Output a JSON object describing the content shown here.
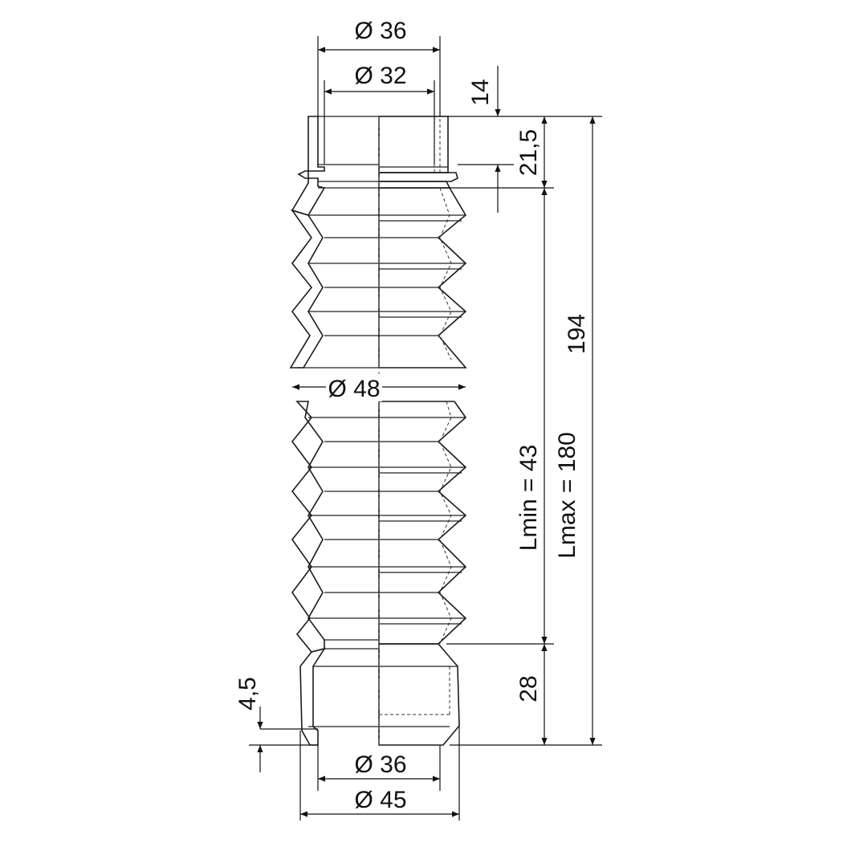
{
  "colors": {
    "wall": "#bfbfbf",
    "body_fill": "#dedede",
    "line": "#1a1a1a"
  },
  "dimensions": {
    "top_outer_diameter": "Ø 36",
    "top_inner_diameter": "Ø 32",
    "top_offset": "14",
    "collar_height": "21,5",
    "overall_length": "194",
    "bellows_diameter": "Ø 48",
    "lmin": "Lmin =   43",
    "lmax": "Lmax = 180",
    "bottom_collar_height": "28",
    "bottom_lip": "4,5",
    "bottom_inner_diameter": "Ø 36",
    "bottom_outer_diameter": "Ø 45"
  }
}
